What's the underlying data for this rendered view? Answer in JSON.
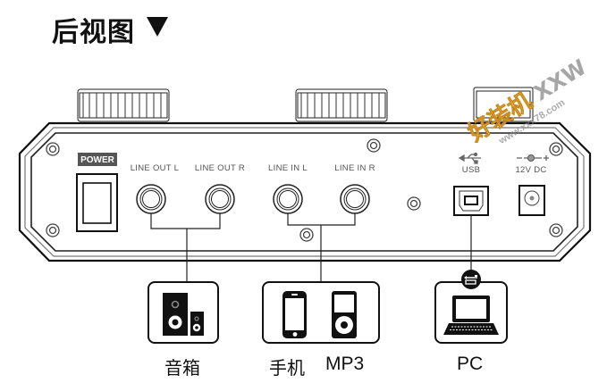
{
  "title": "后视图",
  "panel": {
    "power_label": "POWER",
    "ports": [
      {
        "id": "line-out-l",
        "label": "LINE OUT L"
      },
      {
        "id": "line-out-r",
        "label": "LINE OUT R"
      },
      {
        "id": "line-in-l",
        "label": "LINE IN L"
      },
      {
        "id": "line-in-r",
        "label": "LINE IN R"
      },
      {
        "id": "usb",
        "label": "USB"
      },
      {
        "id": "dc",
        "label": "12V DC"
      }
    ]
  },
  "devices": [
    {
      "id": "speakers",
      "caption": "音箱"
    },
    {
      "id": "phone-mp3",
      "caption_cn": "手机",
      "caption_en": "MP3"
    },
    {
      "id": "pc",
      "caption": "PC"
    }
  ],
  "watermark": {
    "text_cn": "好装机",
    "text_en": "XXW",
    "url": "www.xxx78.com"
  },
  "colors": {
    "line": "#1a1a1a",
    "label": "#555555",
    "power_badge": "#555555",
    "watermark": "#f2b94a"
  }
}
